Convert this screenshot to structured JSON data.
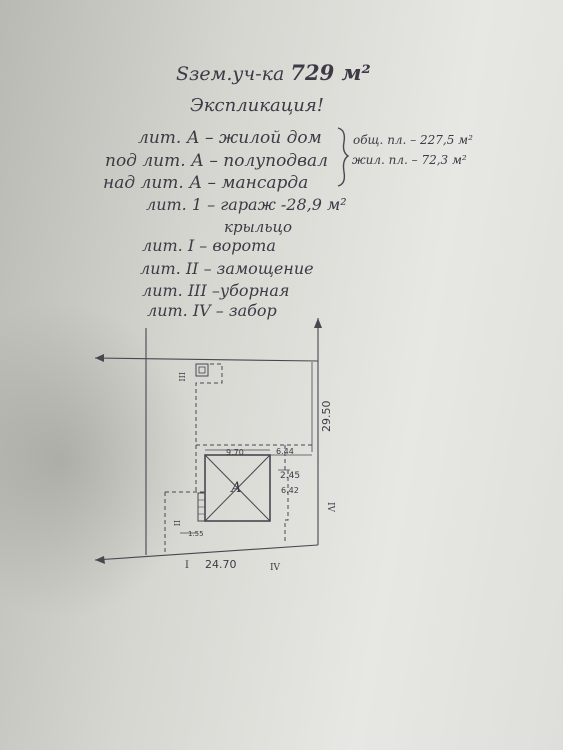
{
  "header": {
    "title_prefix": "Sзем.уч-ка",
    "area_value": "729 м²",
    "explication": "Экспликация!"
  },
  "legend": {
    "lit_a_house": "лит. А – жилой дом",
    "lit_a_semibasement": "под лит. А – полуподвал",
    "lit_a_attic": "над лит. А – мансарда",
    "lit_1_garage": "лит. 1 – гараж -28,9 м²",
    "porch": "крыльцо",
    "lit_i_gate": "лит. I – ворота",
    "lit_ii_paving": "лит. II – замощение",
    "lit_iii_toilet": "лит. III –уборная",
    "lit_iv_fence": "лит. IV – забор"
  },
  "notes": {
    "total_area": "общ. пл. – 227,5 м²",
    "living_area": "жил. пл. – 72,3 м²"
  },
  "plan": {
    "dim_right_vertical": "29.50",
    "dim_house_top": "9.70",
    "dim_top_right": "6.44",
    "dim_right_short": "2.45",
    "dim_right_lower": "6.42",
    "dim_bottom": "24.70",
    "dim_left_small": "1.55",
    "house_label": "А",
    "label_iii": "III",
    "label_ii": "II",
    "label_iv_right": "IV",
    "label_i_bottom": "I",
    "label_iv_bottom": "IV"
  },
  "colors": {
    "ink": "#3e3a45",
    "paper": "#e2e2de"
  }
}
